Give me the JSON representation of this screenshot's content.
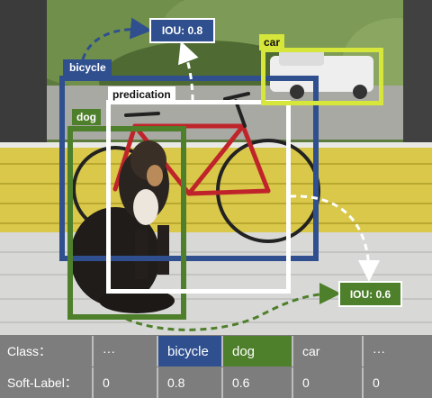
{
  "detections": {
    "bicycle": {
      "label": "bicycle",
      "color": "#2f4f8f"
    },
    "dog": {
      "label": "dog",
      "color": "#4e7f2b"
    },
    "prediction": {
      "label": "predication",
      "color": "#ffffff"
    },
    "car": {
      "label": "car",
      "color": "#d6e63a"
    }
  },
  "iou": {
    "bicycle": {
      "text": "IOU: 0.8"
    },
    "dog": {
      "text": "IOU: 0.6"
    }
  },
  "table": {
    "class_row": [
      "Class：",
      "···",
      "bicycle",
      "dog",
      "car",
      "···"
    ],
    "soft_label_row": [
      "Soft-Label：",
      "0",
      "0.8",
      "0.6",
      "0",
      "0"
    ],
    "highlight_colors": {
      "bicycle": "#2f4f8f",
      "dog": "#4e7f2b"
    }
  }
}
